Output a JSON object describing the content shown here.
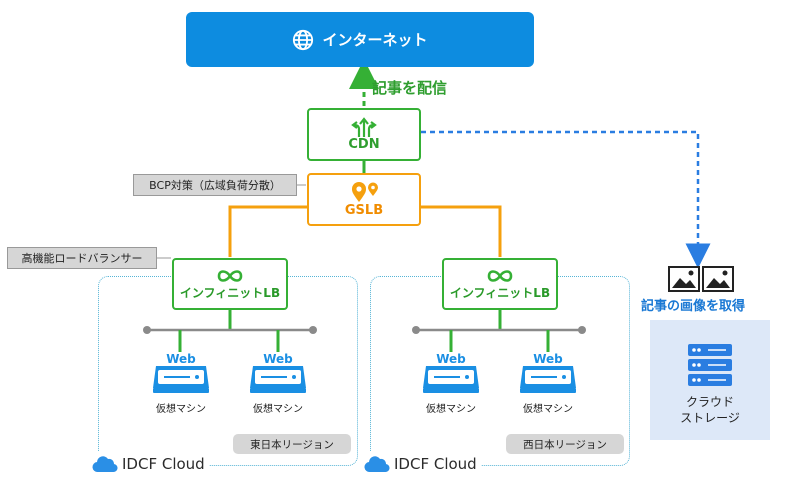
{
  "internet": {
    "label": "インターネット",
    "icon": "globe-icon"
  },
  "arrows": {
    "deliver_label": "記事を配信",
    "fetch_label": "記事の画像を取得"
  },
  "cdn": {
    "label": "CDN",
    "icon": "routing-arrows-icon"
  },
  "gslb": {
    "label": "GSLB",
    "icon": "location-pins-icon"
  },
  "callouts": {
    "bcp": "BCP対策（広域負荷分散）",
    "lb": "高機能ロードバランサー"
  },
  "regions": [
    {
      "lb_label": "インフィニットLB",
      "vm_label": "仮想マシン",
      "server_badge": "Web",
      "region_label": "東日本リージョン",
      "cloud_label": "IDCF Cloud"
    },
    {
      "lb_label": "インフィニットLB",
      "vm_label": "仮想マシン",
      "server_badge": "Web",
      "region_label": "西日本リージョン",
      "cloud_label": "IDCF Cloud"
    }
  ],
  "storage": {
    "line1": "クラウド",
    "line2": "ストレージ",
    "icon": "server-stack-icon"
  },
  "colors": {
    "internet": "#0d8ce0",
    "cdn": "#35b035",
    "gslb": "#f5a00e",
    "lb": "#35b035",
    "vm": "#1a8fe3",
    "dashed_blue": "#2a7de1",
    "storage_bg": "#dde8f8"
  }
}
